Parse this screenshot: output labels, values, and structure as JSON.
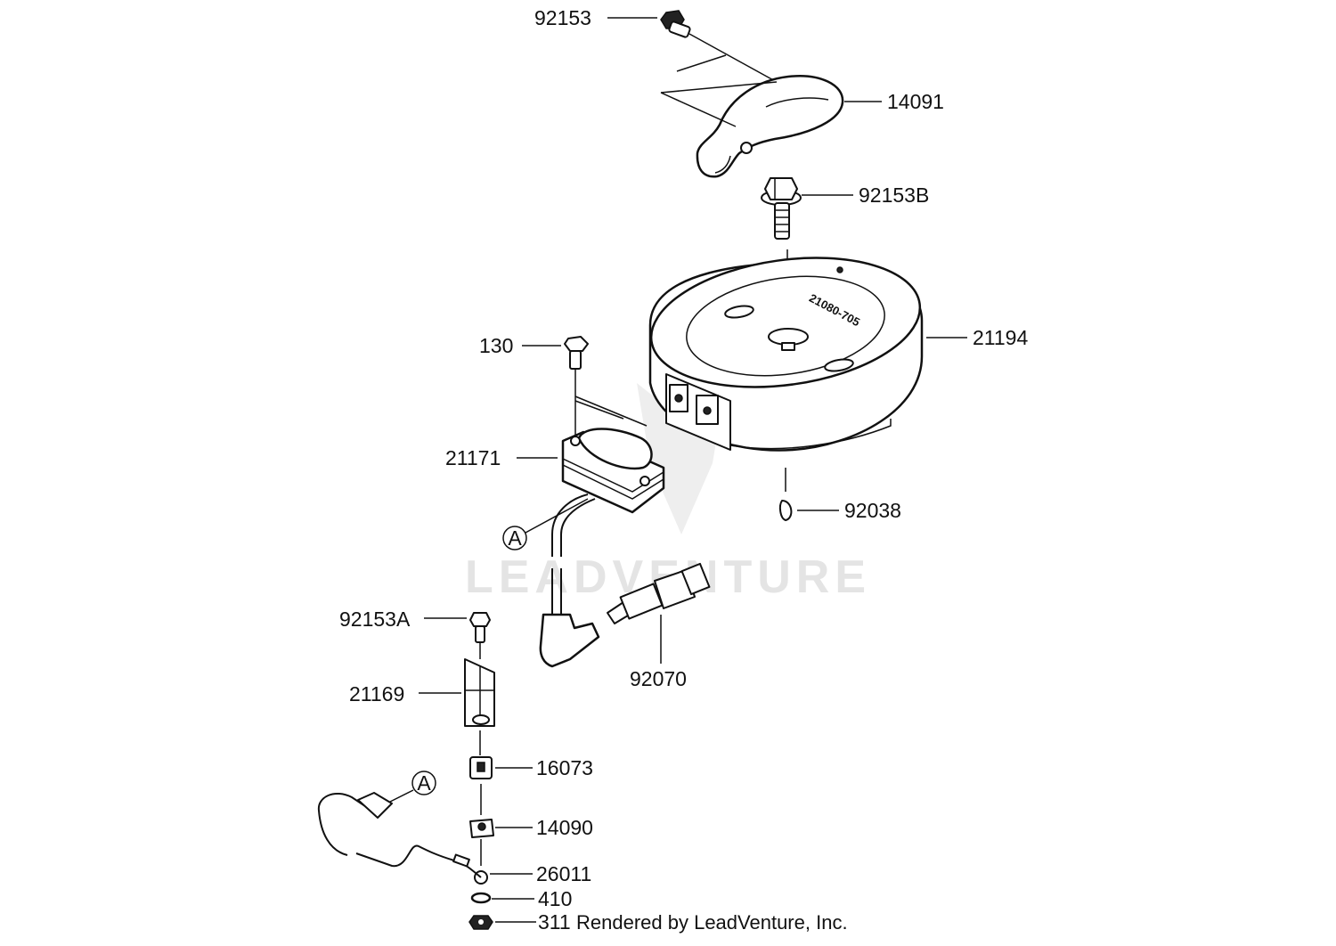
{
  "diagram": {
    "callouts": [
      {
        "id": "92153",
        "text": "92153"
      },
      {
        "id": "14091",
        "text": "14091"
      },
      {
        "id": "92153B",
        "text": "92153B"
      },
      {
        "id": "21194",
        "text": "21194"
      },
      {
        "id": "130",
        "text": "130"
      },
      {
        "id": "21171",
        "text": "21171"
      },
      {
        "id": "92038",
        "text": "92038"
      },
      {
        "id": "A_upper",
        "text": "A"
      },
      {
        "id": "92153A",
        "text": "92153A"
      },
      {
        "id": "92070",
        "text": "92070"
      },
      {
        "id": "21169",
        "text": "21169"
      },
      {
        "id": "16073",
        "text": "16073"
      },
      {
        "id": "A_lower",
        "text": "A"
      },
      {
        "id": "14090",
        "text": "14090"
      },
      {
        "id": "26011",
        "text": "26011"
      },
      {
        "id": "410",
        "text": "410"
      },
      {
        "id": "311",
        "text": "311"
      }
    ],
    "flywheel_marking": "21080-705",
    "watermark": "LEADVENTURE",
    "credit": "Rendered by LeadVenture, Inc."
  }
}
